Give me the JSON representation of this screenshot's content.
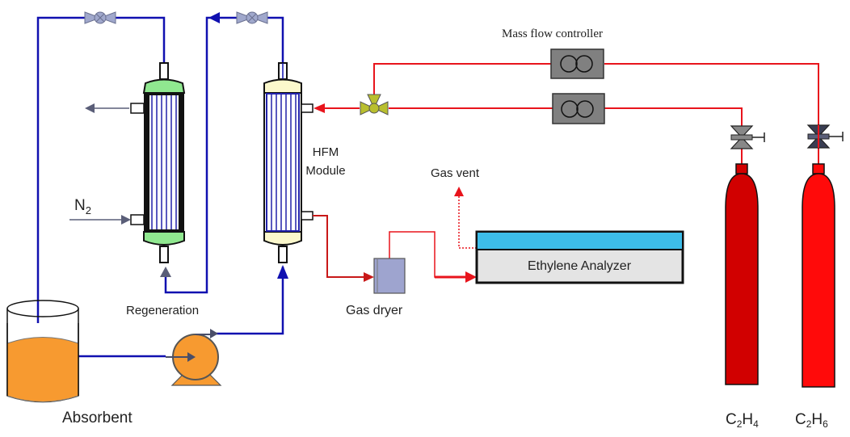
{
  "title": "HFM ethylene absorption experimental setup",
  "labels": {
    "mass_flow_controller": "Mass flow controller",
    "hfm_line1": "HFM",
    "hfm_line2": "Module",
    "gas_vent": "Gas vent",
    "ethylene_analyzer": "Ethylene Analyzer",
    "gas_dryer": "Gas dryer",
    "regeneration": "Regeneration",
    "absorbent": "Absorbent",
    "n2_base": "N",
    "n2_sub": "2",
    "c2h4": {
      "a": "C",
      "a_sub": "2",
      "b": "H",
      "b_sub": "4"
    },
    "c2h6": {
      "a": "C",
      "a_sub": "2",
      "b": "H",
      "b_sub": "6"
    }
  },
  "components": [
    {
      "id": "regeneration-module",
      "type": "hollow-fiber-module",
      "cap_color": "#90e890"
    },
    {
      "id": "hfm-module",
      "type": "hollow-fiber-module",
      "cap_color": "#fbf8cc"
    },
    {
      "id": "absorbent-tank",
      "type": "tank",
      "fill_color": "#f79a30"
    },
    {
      "id": "pump",
      "type": "centrifugal-pump",
      "fill_color": "#f79a30"
    },
    {
      "id": "gas-dryer",
      "type": "dryer",
      "fill_color": "#9ea4cf"
    },
    {
      "id": "ethylene-analyzer",
      "type": "analyzer",
      "top_color": "#3dbde9",
      "body_color": "#e4e4e4"
    },
    {
      "id": "mfc-1",
      "type": "mass-flow-controller"
    },
    {
      "id": "mfc-2",
      "type": "mass-flow-controller"
    },
    {
      "id": "three-way-valve",
      "type": "three-way-valve",
      "fill_color": "#b9bf2e"
    },
    {
      "id": "cylinder-c2h4",
      "type": "gas-cylinder",
      "fill_color": "#d10000"
    },
    {
      "id": "cylinder-c2h6",
      "type": "gas-cylinder",
      "fill_color": "#ff0a0a"
    }
  ],
  "colors": {
    "liquid_line": "#1010b0",
    "gas_line": "#e8141c",
    "n2_line": "#5a5e78"
  }
}
